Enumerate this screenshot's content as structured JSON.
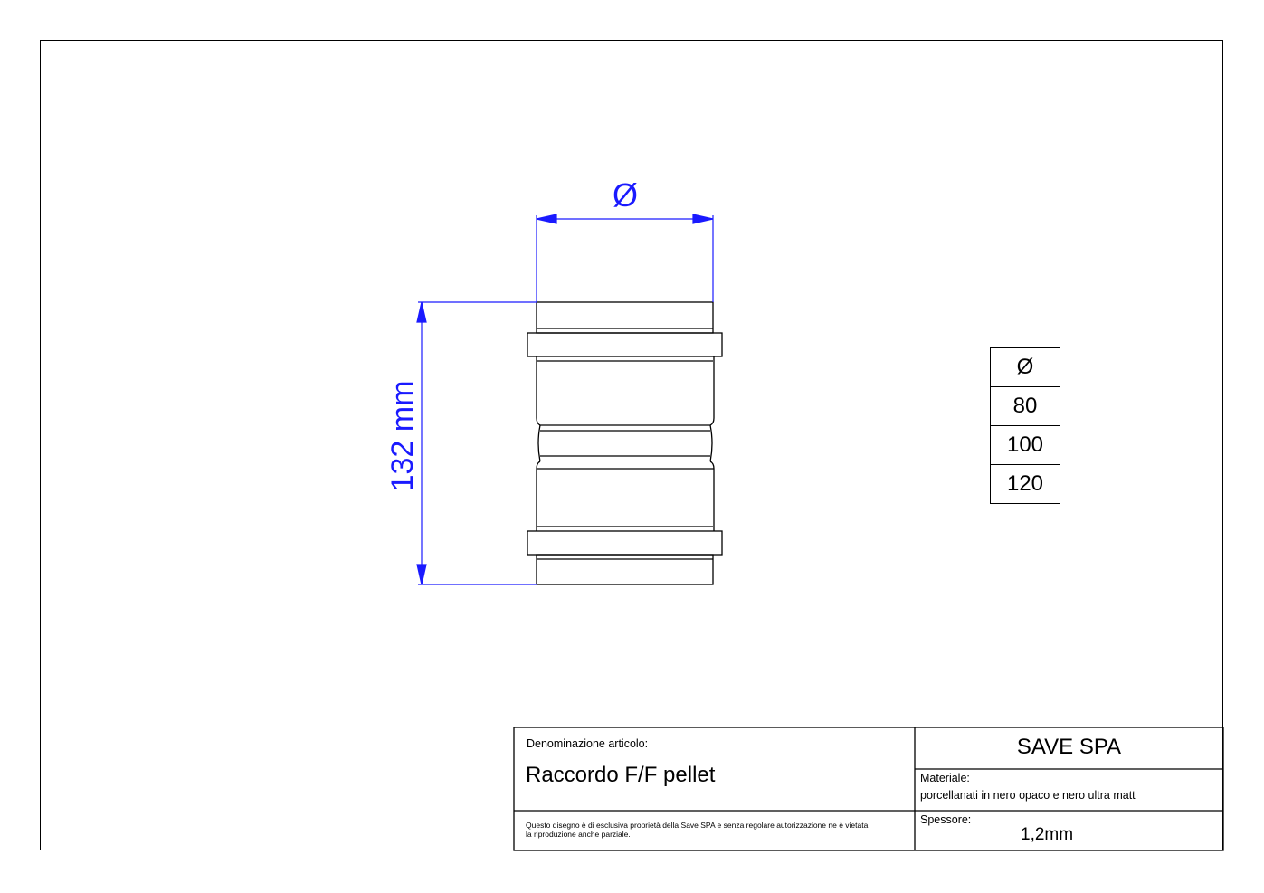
{
  "drawing": {
    "diameter_symbol": "Ø",
    "height_dimension": "132 mm",
    "line_color": "#000000",
    "dimension_color": "#1a1aff"
  },
  "size_table": {
    "header": "Ø",
    "rows": [
      "80",
      "100",
      "120"
    ]
  },
  "title_block": {
    "article_label": "Denominazione articolo:",
    "article_name": "Raccordo F/F pellet",
    "disclaimer_line1": "Questo disegno è di esclusiva proprietà della Save SPA e senza regolare autorizzazione ne è vietata",
    "disclaimer_line2": "la riproduzione anche parziale.",
    "company": "SAVE SPA",
    "material_label": "Materiale:",
    "material_value": "porcellanati in nero opaco e nero ultra matt",
    "thickness_label": "Spessore:",
    "thickness_value": "1,2mm"
  }
}
